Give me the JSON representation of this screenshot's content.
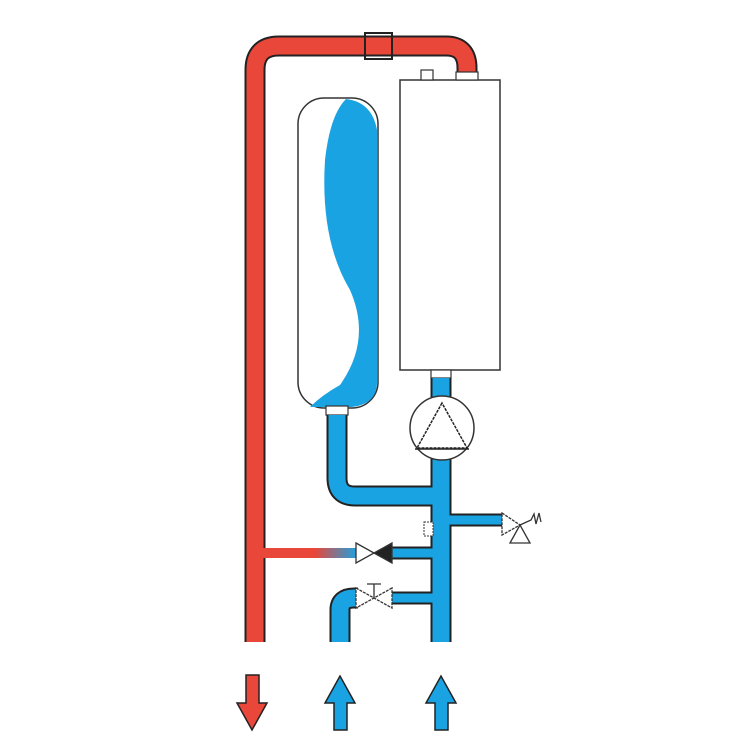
{
  "diagram": {
    "type": "electric boiler heating circuit schematic",
    "colors": {
      "hot": "#e8473a",
      "cold": "#1aa3e3",
      "outline": "#222222",
      "background": "#ffffff"
    },
    "components": [
      "boiler",
      "expansion-tank",
      "circulation-pump",
      "safety-valve",
      "check-valve",
      "fill-valve",
      "flow-pipe",
      "return-pipe"
    ],
    "flows": [
      "supply-out",
      "cold-water-in",
      "return-in"
    ]
  }
}
